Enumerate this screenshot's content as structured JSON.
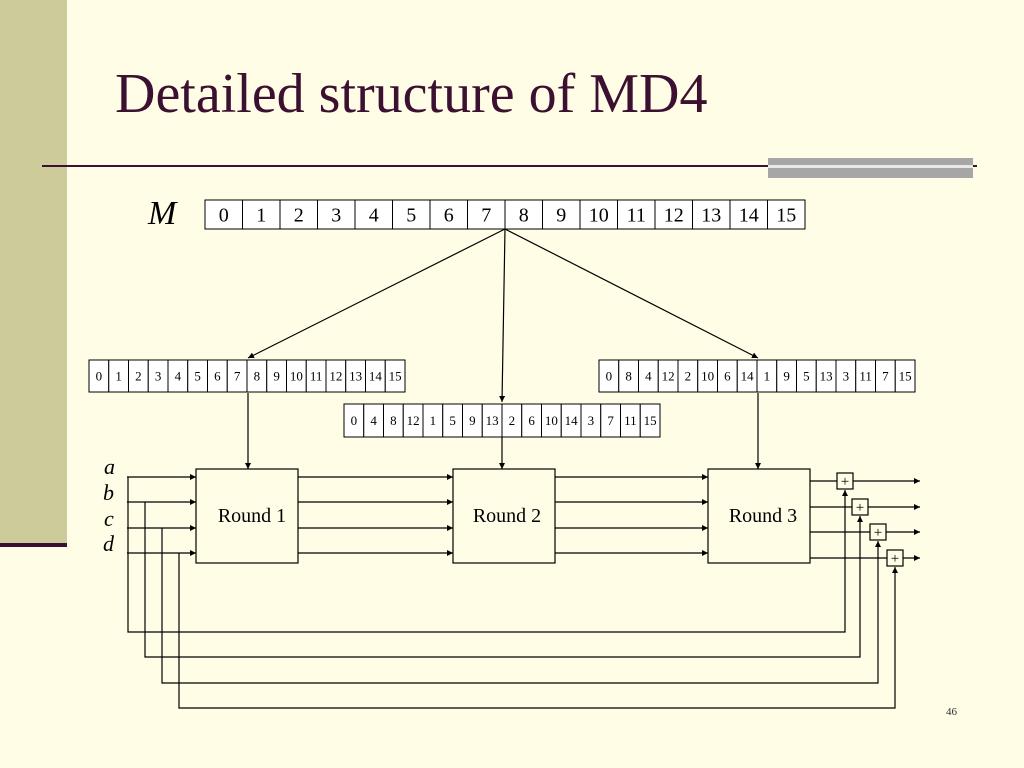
{
  "title": "Detailed structure of MD4",
  "page_number": "46",
  "message_label": "M",
  "message_words": [
    "0",
    "1",
    "2",
    "3",
    "4",
    "5",
    "6",
    "7",
    "8",
    "9",
    "10",
    "11",
    "12",
    "13",
    "14",
    "15"
  ],
  "round1_order": [
    "0",
    "1",
    "2",
    "3",
    "4",
    "5",
    "6",
    "7",
    "8",
    "9",
    "10",
    "11",
    "12",
    "13",
    "14",
    "15"
  ],
  "round2_order": [
    "0",
    "4",
    "8",
    "12",
    "1",
    "5",
    "9",
    "13",
    "2",
    "6",
    "10",
    "14",
    "3",
    "7",
    "11",
    "15"
  ],
  "round3_order": [
    "0",
    "8",
    "4",
    "12",
    "2",
    "10",
    "6",
    "14",
    "1",
    "9",
    "5",
    "13",
    "3",
    "11",
    "7",
    "15"
  ],
  "rounds": [
    "Round 1",
    "Round 2",
    "Round 3"
  ],
  "inputs": [
    "a",
    "b",
    "c",
    "d"
  ],
  "adder_symbol": "+"
}
